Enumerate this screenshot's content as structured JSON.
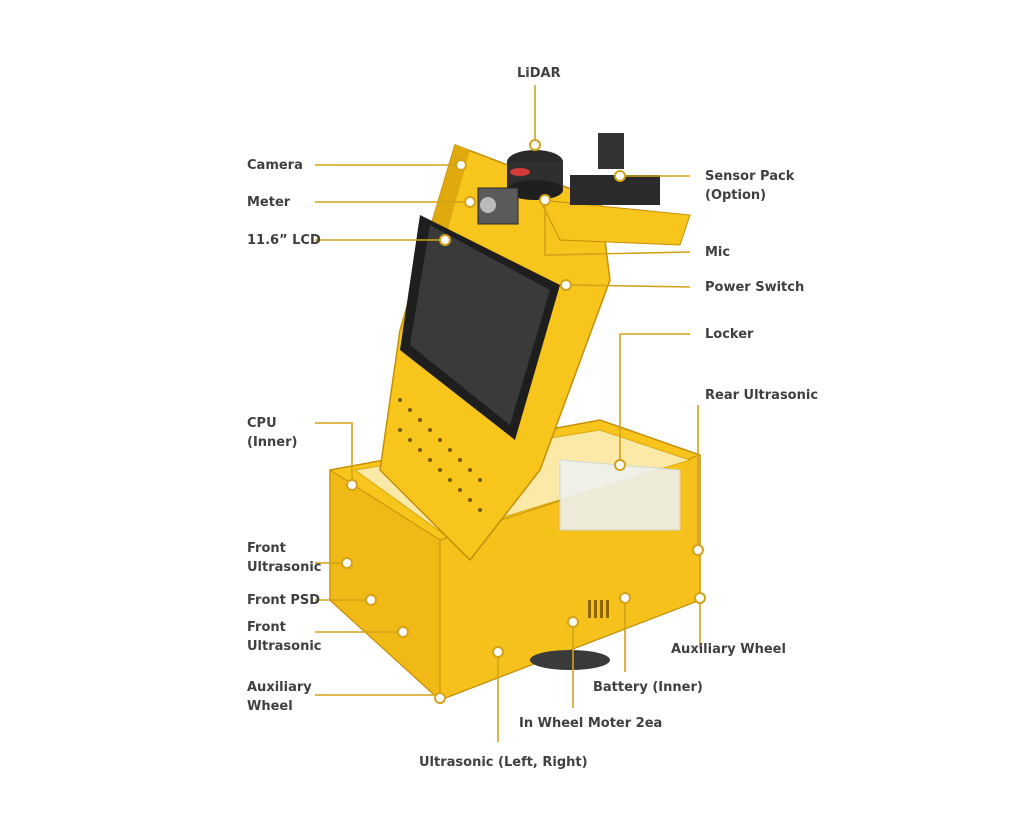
{
  "colors": {
    "robot_body": "#f7c51c",
    "robot_shadow": "#e0a90e",
    "robot_dark": "#c58f08",
    "leader_line": "#d4a21a",
    "screen": "#2b2b2b",
    "label_text": "#404040"
  },
  "labels": {
    "lidar": "LiDAR",
    "camera": "Camera",
    "meter": "Meter",
    "lcd": "11.6” LCD",
    "sensor_pack": "Sensor Pack",
    "sensor_pack_note": "(Option)",
    "mic": "Mic",
    "power_switch": "Power Switch",
    "locker": "Locker",
    "rear_ultrasonic": "Rear Ultrasonic",
    "cpu": "CPU",
    "cpu_note": "(Inner)",
    "front_ultrasonic_top_1": "Front",
    "front_ultrasonic_top_2": "Ultrasonic",
    "front_psd": "Front PSD",
    "front_ultrasonic_bottom_1": "Front",
    "front_ultrasonic_bottom_2": "Ultrasonic",
    "auxiliary_wheel_right": "Auxiliary Wheel",
    "battery": "Battery (Inner)",
    "auxiliary_wheel_left_1": "Auxiliary",
    "auxiliary_wheel_left_2": "Wheel",
    "in_wheel_motor": "In Wheel Moter 2ea",
    "ultrasonic_lr": "Ultrasonic (Left, Right)"
  }
}
